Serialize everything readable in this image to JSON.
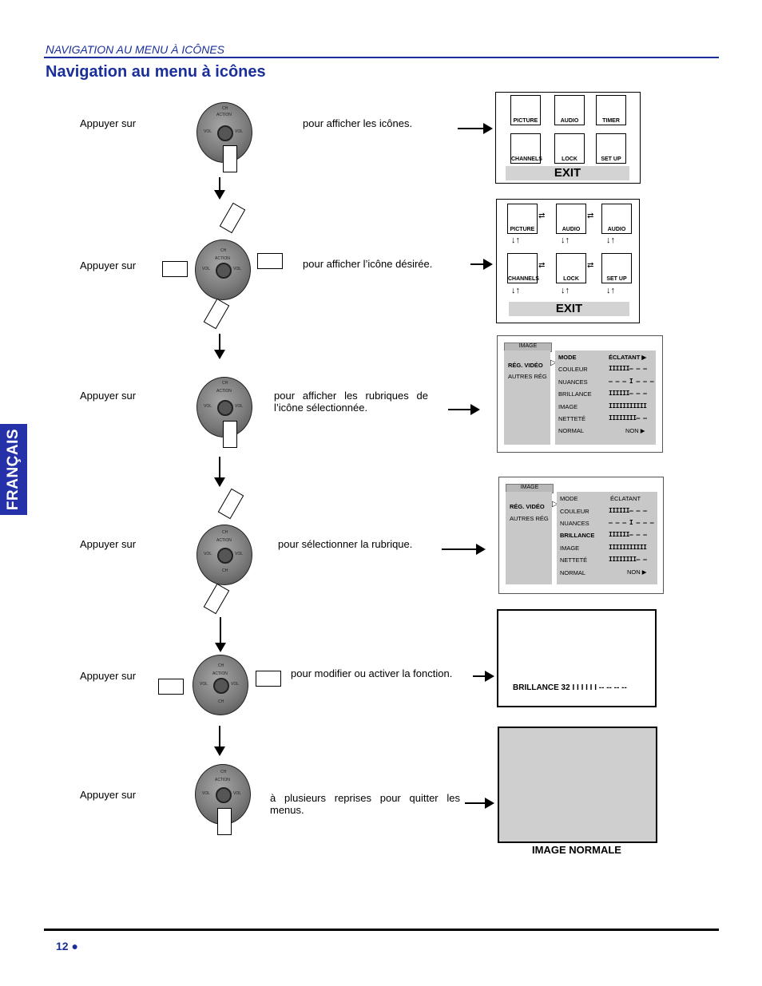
{
  "header": {
    "section_small_first": "N",
    "section_small_rest": "AVIGATION AU MENU À ICÔNES",
    "title": "Navigation au menu à icônes"
  },
  "side_tab": "FRANÇAIS",
  "steps": [
    {
      "label": "Appuyer sur",
      "text": "pour afficher les icônes."
    },
    {
      "label": "Appuyer  sur",
      "text": "pour afficher l’icône désirée."
    },
    {
      "label": "Appuyer sur",
      "text": "pour afficher les rubriques de l’icône sélectionnée."
    },
    {
      "label": "Appuyer sur",
      "text": "pour sélectionner la rubrique."
    },
    {
      "label": "Appuyer sur",
      "text": "pour modifier ou activer la fonction."
    },
    {
      "label": "Appuyer sur",
      "text": "à plusieurs reprises pour quitter les menus."
    }
  ],
  "remote_labels": {
    "ch": "CH",
    "action": "ACTION",
    "vol": "VOL"
  },
  "icons_grid": [
    "PICTURE",
    "AUDIO",
    "TIMER",
    "CHANNELS",
    "LOCK",
    "SET UP"
  ],
  "icons_grid2": [
    "PICTURE",
    "AUDIO",
    "AUDIO",
    "CHANNELS",
    "LOCK",
    "SET UP"
  ],
  "exit_label": "EXIT",
  "image_menu": {
    "tab": "IMAGE",
    "left_items": [
      "RÉG. VIDÉO",
      "AUTRES RÉG"
    ],
    "rows": [
      {
        "name": "MODE",
        "value": "ÉCLATANT ▶"
      },
      {
        "name": "COULEUR",
        "value": "IIIIII– – –"
      },
      {
        "name": "NUANCES",
        "value": "– – – I – – –"
      },
      {
        "name": "BRILLANCE",
        "value": "IIIIII– – –"
      },
      {
        "name": "IMAGE",
        "value": "IIIIIIIIIII"
      },
      {
        "name": "NETTETÉ",
        "value": "IIIIIIII– –"
      },
      {
        "name": "NORMAL",
        "value": "NON ▶"
      }
    ]
  },
  "image_menu2": {
    "tab": "IMAGE",
    "left_items": [
      "RÉG. VIDÉO",
      "AUTRES RÉG"
    ],
    "rows": [
      {
        "name": "MODE",
        "value": "ÉCLATANT"
      },
      {
        "name": "COULEUR",
        "value": "IIIIII– – –"
      },
      {
        "name": "NUANCES",
        "value": "– – – I – – –"
      },
      {
        "name": "BRILLANCE",
        "value": "IIIIII– – –"
      },
      {
        "name": "IMAGE",
        "value": "IIIIIIIIIII"
      },
      {
        "name": "NETTETÉ",
        "value": "IIIIIIII– –"
      },
      {
        "name": "NORMAL",
        "value": "NON ▶"
      }
    ]
  },
  "brillance_bar": "BRILLANCE 32  I I I I I I -- -- -- --",
  "normal_caption": "IMAGE NORMALE",
  "page_number": "12 ●",
  "colors": {
    "accent": "#1b2f9b",
    "tab": "#2531a8",
    "menu_gray": "#c8c8c8"
  }
}
